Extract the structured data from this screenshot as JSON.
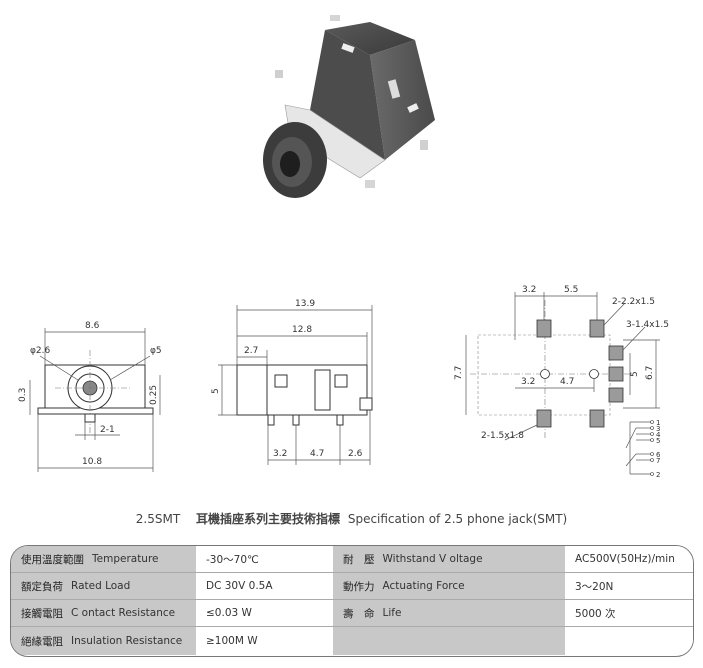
{
  "photo": {
    "alt": "2.5 phone jack (SMT)"
  },
  "front_view": {
    "width_top": "8.6",
    "hole_diameter": "φ2.6",
    "jack_diameter": "φ5",
    "height_left": "0.3",
    "height_right": "0.25",
    "pin_offset": "2-1",
    "width_bottom": "10.8"
  },
  "side_view": {
    "total_length": "13.9",
    "body_length": "12.8",
    "front_length": "2.7",
    "height": "5",
    "pitch_a": "3.2",
    "pitch_b": "4.7",
    "pitch_c": "2.6"
  },
  "footprint": {
    "top_a": "3.2",
    "top_b": "5.5",
    "pad_note_1": "2-2.2x1.5",
    "pad_note_2": "3-1.4x1.5",
    "height_left": "7.7",
    "inner_5": "5",
    "inner_67": "6.7",
    "mid_a": "3.2",
    "mid_b": "4.7",
    "pad_note_3": "2-1.5x1.8"
  },
  "schematic": {
    "pins": [
      "1",
      "3",
      "4",
      "5",
      "6",
      "7",
      "2"
    ]
  },
  "spec_title": {
    "model": "2.5SMT",
    "zh": "耳機插座系列主要技術指標",
    "en": "Specification of 2.5 phone jack(SMT)"
  },
  "spec_rows": [
    {
      "zh1": "使用溫度範圍",
      "en1": "Temperature",
      "v1": "-30～70℃",
      "zh2": "耐　壓",
      "en2": "Withstand V oltage",
      "v2": "AC500V(50Hz)/min"
    },
    {
      "zh1": "額定負荷",
      "en1": "Rated Load",
      "v1": "DC 30V 0.5A",
      "zh2": "動作力",
      "en2": "Actuating Force",
      "v2": "3～20N"
    },
    {
      "zh1": "接觸電阻",
      "en1": "C ontact Resistance",
      "v1": "≤0.03 W",
      "zh2": "壽　命",
      "en2": "Life",
      "v2": "5000 次"
    },
    {
      "zh1": "絕緣電阻",
      "en1": "Insulation Resistance",
      "v1": "≥100M W",
      "zh2": "",
      "en2": "",
      "v2": ""
    }
  ]
}
